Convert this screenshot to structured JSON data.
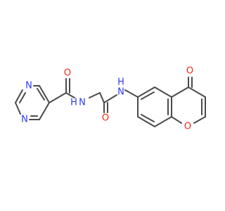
{
  "molecule": {
    "atoms": {
      "o_amide1": "O",
      "n_amide1": "N",
      "h_amide1": "H",
      "n_pyrazine_top": "N",
      "n_pyrazine_bottom": "N",
      "o_amide2": "O",
      "n_amide2": "N",
      "h_amide2": "H",
      "o_ketone": "O",
      "o_ring": "O"
    },
    "colors": {
      "bond": "#4a4a4a",
      "oxygen": "#ee2a1c",
      "nitrogen": "#2c3cf0"
    }
  }
}
